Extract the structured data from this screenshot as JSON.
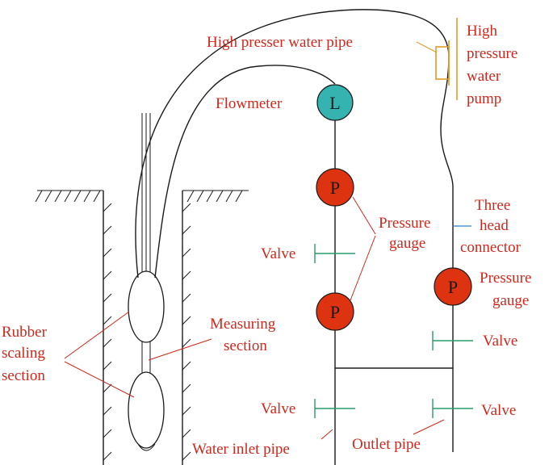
{
  "labels": {
    "high_pressure_pipe": "High presser water pipe",
    "pump": [
      "High",
      "pressure",
      "water",
      "pump"
    ],
    "flowmeter": "Flowmeter",
    "pressure_gauge_center": [
      "Pressure",
      "gauge"
    ],
    "three_head_connector": [
      "Three",
      "head",
      "connector"
    ],
    "pressure_gauge_right": [
      "Pressure",
      "gauge"
    ],
    "valve_center_upper": "Valve",
    "valve_right_upper": "Valve",
    "valve_center_lower": "Valve",
    "valve_right_lower": "Valve",
    "measuring_section": [
      "Measuring",
      "section"
    ],
    "rubber_sealing_section": [
      "Rubber",
      "scaling",
      "section"
    ],
    "water_inlet_pipe": "Water inlet pipe",
    "outlet_pipe": "Outlet pipe"
  },
  "symbols": {
    "flowmeter": "L",
    "gauge_upper": "P",
    "gauge_lower": "P",
    "gauge_right": "P"
  },
  "colors": {
    "label_text": "#d0281c",
    "line": "#1a1a1a",
    "flowmeter_fill": "#35b3b0",
    "gauge_fill": "#dd3311",
    "leader_red": "#d0281c",
    "valve_green": "#2a9a6a",
    "connector_blue": "#2a7fd0",
    "pump_orange": "#e39a2c"
  }
}
